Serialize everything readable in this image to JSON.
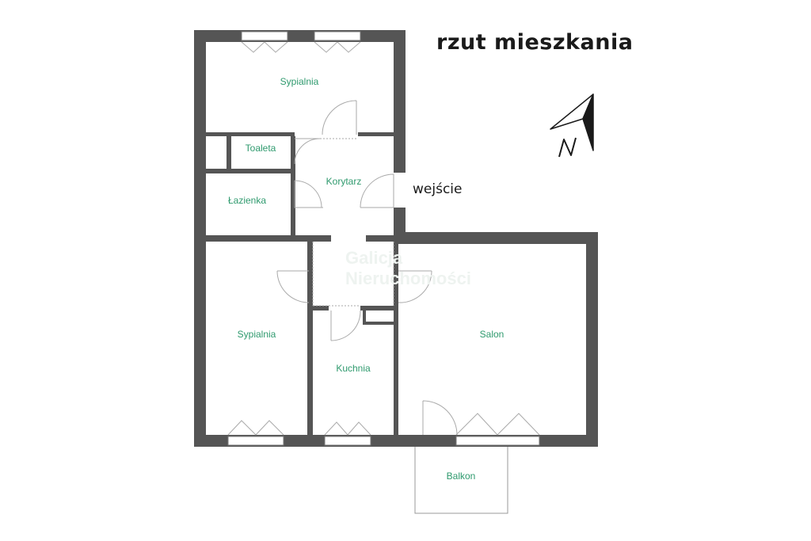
{
  "title": "rzut mieszkania",
  "entrance_label": "wejście",
  "compass": {
    "label": "N",
    "icon": "north-arrow-icon"
  },
  "watermark": {
    "line1": "Galicja",
    "line2": "Nieruchomości"
  },
  "rooms": {
    "sypialnia_top": "Sypialnia",
    "toaleta": "Toaleta",
    "korytarz": "Korytarz",
    "lazienka": "Łazienka",
    "sypialnia_left": "Sypialnia",
    "kuchnia": "Kuchnia",
    "salon": "Salon",
    "balkon": "Balkon"
  },
  "colors": {
    "wall": "#555555",
    "room_label": "#2f9a6e",
    "text": "#1a1a1a"
  }
}
